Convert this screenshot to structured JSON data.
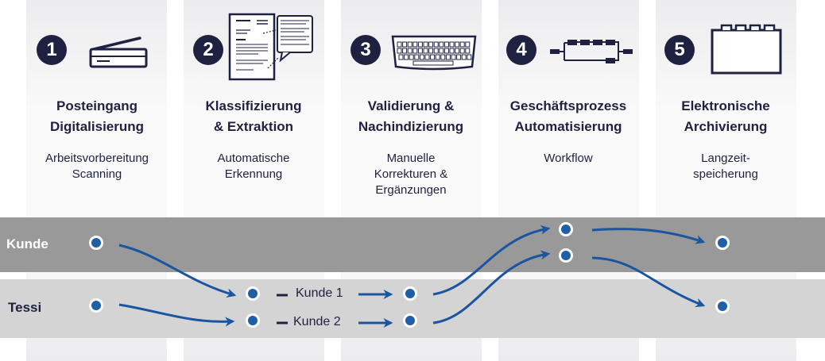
{
  "steps": [
    {
      "number": "1",
      "title": "Posteingang\nDigitalisierung",
      "subtitle": "Arbeitsvorbereitung\nScanning",
      "icon": "scanner-icon"
    },
    {
      "number": "2",
      "title": "Klassifizierung\n& Extraktion",
      "subtitle": "Automatische\nErkennung",
      "icon": "document-icon"
    },
    {
      "number": "3",
      "title": "Validierung &\nNachindizierung",
      "subtitle": "Manuelle\nKorrekturen &\nErgänzungen",
      "icon": "keyboard-icon"
    },
    {
      "number": "4",
      "title": "Geschäftsprozess\nAutomatisierung",
      "subtitle": "Workflow",
      "icon": "workflow-icon"
    },
    {
      "number": "5",
      "title": "Elektronische\nArchivierung",
      "subtitle": "Langzeit-\nspeicherung",
      "icon": "archive-icon"
    }
  ],
  "lanes": {
    "kunde": "Kunde",
    "tessi": "Tessi"
  },
  "flow_labels": {
    "kunde1": "Kunde 1",
    "kunde2": "Kunde 2"
  },
  "colors": {
    "navy": "#1f2140",
    "node_blue": "#1f5fa8",
    "arrow_blue": "#1a55a0",
    "kunde_band": "#999999",
    "tessi_band": "#d4d4d4"
  }
}
